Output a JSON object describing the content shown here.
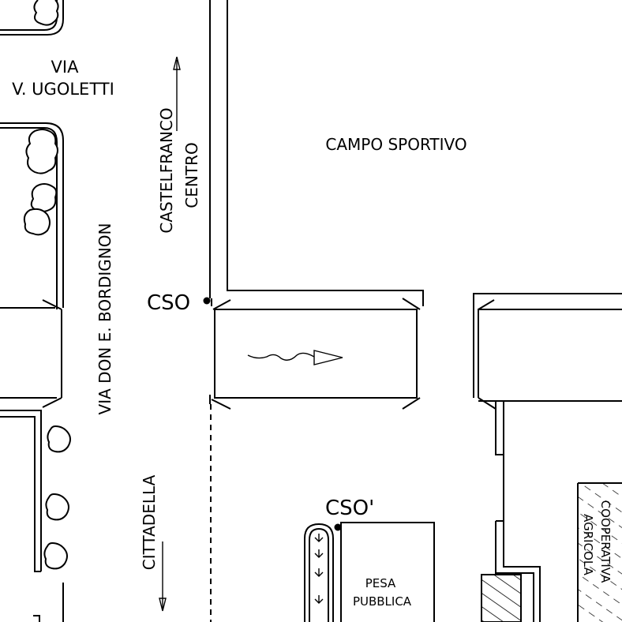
{
  "labels": {
    "via_ugoletti_line1": "VIA",
    "via_ugoletti_line2": "V. UGOLETTI",
    "via_bordignon": "VIA DON E. BORDIGNON",
    "castelfranco_line1": "CASTELFRANCO",
    "castelfranco_line2": "CENTRO",
    "campo_sportivo": "CAMPO SPORTIVO",
    "cso": "CSO",
    "cso_prime": "CSO'",
    "cittadella": "CITTADELLA",
    "pesa_line1": "PESA",
    "pesa_line2": "PUBBLICA",
    "cooperativa_line1": "COOPERATIVA",
    "cooperativa_line2": "AGRICOLA"
  },
  "colors": {
    "line": "#000000",
    "background": "#ffffff"
  },
  "icons": {
    "tree": "tree-icon",
    "point": "survey-point-icon",
    "direction_arrow": "direction-arrow-icon"
  }
}
